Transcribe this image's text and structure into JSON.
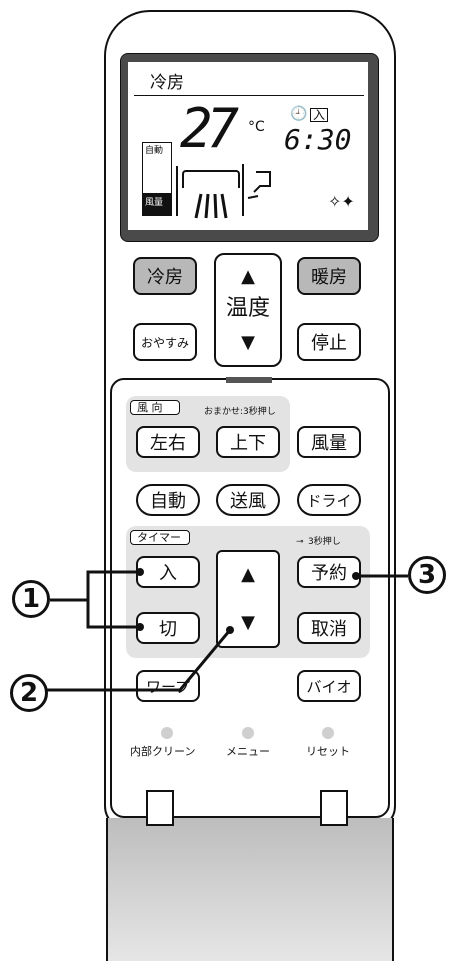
{
  "display": {
    "mode": "冷房",
    "temperature": "27",
    "temp_unit": "°C",
    "timer_label": "入",
    "time": "6:30",
    "auto_label": "自動",
    "fan_label": "風量"
  },
  "top_buttons": {
    "cool": "冷房",
    "heat": "暖房",
    "temp_label": "温度",
    "temp_up": "▲",
    "temp_down": "▼",
    "sleep": "おやすみ",
    "stop": "停止"
  },
  "panel": {
    "direction_tag": "風 向",
    "direction_note": "おまかせ:3秒押し",
    "left_right": "左右",
    "up_down": "上下",
    "fan": "風量",
    "auto": "自動",
    "send_wind": "送風",
    "dry": "ドライ",
    "timer_tag": "タイマー",
    "lock_note": "3秒押し",
    "on": "入",
    "off": "切",
    "up": "▲",
    "down": "▼",
    "reserve": "予約",
    "cancel": "取消",
    "warp": "ワープ",
    "bio": "バイオ",
    "internal_clean": "内部クリーン",
    "menu": "メニュー",
    "reset": "リセット"
  },
  "callouts": [
    "1",
    "2",
    "3"
  ]
}
